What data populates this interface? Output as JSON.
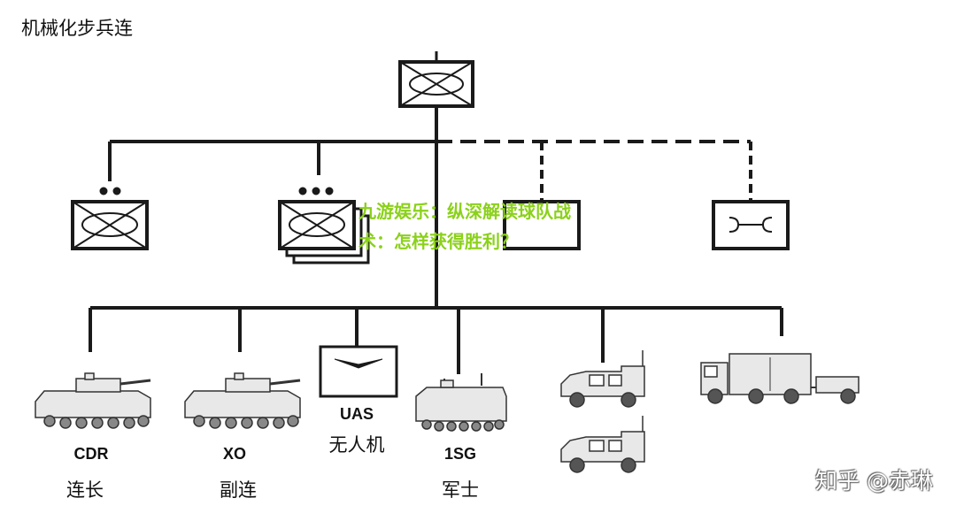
{
  "title": "机械化步兵连",
  "units": {
    "cdr": {
      "code": "CDR",
      "name": "连长"
    },
    "xo": {
      "code": "XO",
      "name": "副连"
    },
    "uas": {
      "code": "UAS",
      "name": "无人机"
    },
    "sg": {
      "code": "1SG",
      "name": "军士"
    }
  },
  "overlay_text": "九游娱乐：纵深解读球队战术：怎样获得胜利？",
  "watermark": "知乎 @赤琳",
  "icons": {
    "hq": "infantry-company-symbol-icon",
    "section": "infantry-section-symbol-icon",
    "platoons": "infantry-platoons-symbol-icon",
    "maintenance": "maintenance-symbol-icon"
  },
  "colors": {
    "line": "#1a1a1a",
    "overlay": "#8bd11a"
  }
}
